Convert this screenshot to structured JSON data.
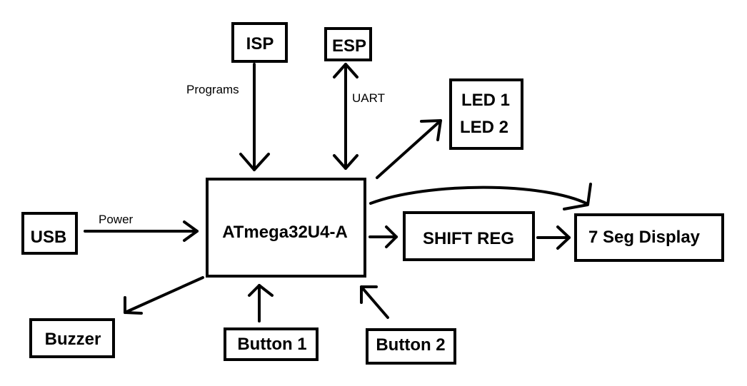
{
  "nodes": {
    "isp": "ISP",
    "esp": "ESP",
    "led_line1": "LED 1",
    "led_line2": "LED 2",
    "usb": "USB",
    "mcu": "ATmega32U4-A",
    "shift_reg": "SHIFT REG",
    "seg_display": "7 Seg Display",
    "buzzer": "Buzzer",
    "button1": "Button 1",
    "button2": "Button 2"
  },
  "edges": {
    "isp_to_mcu": "Programs",
    "esp_mcu": "UART",
    "usb_to_mcu": "Power"
  },
  "colors": {
    "line": "#000000",
    "background": "#ffffff"
  }
}
